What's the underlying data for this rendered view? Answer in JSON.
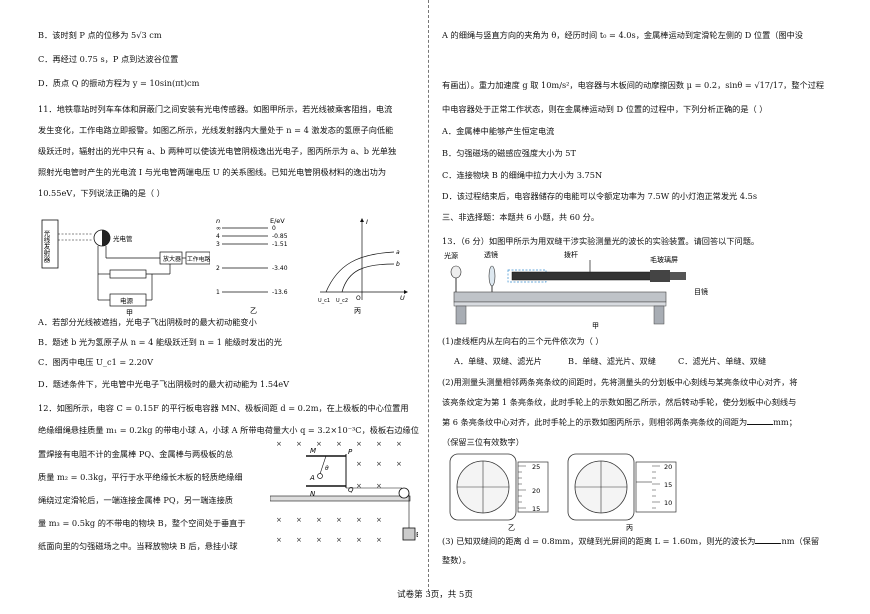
{
  "left": {
    "optB": "B．该时刻 P 点的位移为 5√3 cm",
    "optC": "C．再经过 0.75 s，P 点到达波谷位置",
    "optD": "D．质点 Q 的振动方程为 y = 10sin(πt)cm",
    "q11": {
      "lines": [
        "11．地铁靠站时列车车体和屏蔽门之间安装有光电传感器。如图甲所示，若光线被乘客阻挡，电流",
        "发生变化，工作电路立即报警。如图乙所示，光线发射器内大量处于 n = 4 激发态的氢原子向低能",
        "级跃迁时，辐射出的光中只有 a、b 两种可以使该光电管阴极逸出光电子，图丙所示为 a、b 光单独",
        "照射光电管时产生的光电流 I 与光电管两端电压 U 的关系图线。已知光电管阴极材料的逸出功为",
        "10.55eV，下列说法正确的是（    ）"
      ],
      "fig_jia": {
        "emitter": "光线发射器",
        "tube": "光电管",
        "amp": "放大器",
        "work": "工作电路",
        "power": "电源",
        "caption": "甲"
      },
      "fig_yi": {
        "n_label": "n",
        "e_label": "E/eV",
        "levels": [
          {
            "n": "∞",
            "e": "0"
          },
          {
            "n": "4",
            "e": "-0.85"
          },
          {
            "n": "3",
            "e": "-1.51"
          },
          {
            "n": "2",
            "e": "-3.40"
          },
          {
            "n": "1",
            "e": "-13.6"
          }
        ],
        "caption": "乙"
      },
      "fig_bing": {
        "i_label": "I",
        "u_label": "U",
        "o_label": "O",
        "uc1": "U_c1",
        "uc2": "U_c2",
        "curve_a": "a",
        "curve_b": "b",
        "caption": "丙"
      },
      "optA": "A．若部分光线被遮挡，光电子飞出阴极时的最大初动能变小",
      "optB": "B．题述 b 光为氢原子从 n = 4 能级跃迁到 n = 1 能级时发出的光",
      "optC": "C．图丙中电压 U_c1 = 2.20V",
      "optD": "D．题述条件下，光电管中光电子飞出阴极时的最大初动能为 1.54eV"
    },
    "q12": {
      "lines": [
        "12．如图所示，电容 C = 0.15F 的平行板电容器 MN、极板间距 d = 0.2m，在上极板的中心位置用",
        "绝缘细绳悬挂质量 m₁ = 0.2kg 的带电小球 A，小球 A 所带电荷量大小 q = 3.2×10⁻³C，极板右边缘位",
        "置焊接有电阻不计的金属棒 PQ、金属棒与两极板的总",
        "质量 m₂ = 0.3kg，平行于水平绝缘长木板的轻质绝缘细",
        "绳绕过定滑轮后，一端连接金属棒 PQ，另一端连接质",
        "量 m₃ = 0.5kg 的不带电的物块 B，整个空间处于垂直于",
        "纸面向里的匀强磁场之中。当释放物块 B 后，悬挂小球"
      ],
      "fig": {
        "M": "M",
        "N": "N",
        "P": "P",
        "Q": "Q",
        "A": "A",
        "theta": "θ",
        "B": "B",
        "cross": "×"
      }
    }
  },
  "right": {
    "q12_cont": [
      "A 的细绳与竖直方向的夹角为 θ，经历时间 t₀ = 4.0s，金属棒运动到定滑轮左侧的 D 位置（图中没",
      "有画出）。重力加速度 g 取 10m/s²，电容器与木板间的动摩擦因数 μ = 0.2，sinθ = √17/17，整个过程",
      "中电容器处于正常工作状态，则在金属棒运动到 D 位置的过程中，下列分析正确的是（     ）"
    ],
    "q12_opts": [
      "A．金属棒中能够产生恒定电流",
      "B．匀强磁场的磁感应强度大小为 5T",
      "C．连接物块 B 的细绳中拉力大小为 3.75N",
      "D．该过程结束后，电容器储存的电能可以令额定功率为 7.5W 的小灯泡正常发光 4.5s"
    ],
    "section3": "三、非选择题：本题共 6 小题，共 60 分。",
    "q13_intro": "13．（6 分）如图甲所示为用双缝干涉实验测量光的波长的实验装置。请回答以下问题。",
    "fig_jia": {
      "source": "光源",
      "lens": "透镜",
      "lever": "拨杆",
      "screen": "毛玻璃屏",
      "eyepiece": "目镜",
      "caption": "甲"
    },
    "q13_1": "(1)虚线框内从左向右的三个元件依次为（     ）",
    "q13_1_opts": [
      "A．单缝、双缝、滤光片",
      "B．单缝、滤光片、双缝",
      "C．滤光片、单缝、双缝"
    ],
    "q13_2_lines": [
      "(2)用测量头测量相邻两条亮条纹的间距时，先将测量头的分划板中心刻线与某亮条纹中心对齐，将",
      "该亮条纹定为第 1 条亮条纹，此时手轮上的示数如图乙所示，然后转动手轮，使分划板中心刻线与",
      "第 6 条亮条纹中心对齐，此时手轮上的示数如图丙所示，则相邻两条亮条纹的间距为",
      "（保留三位有效数字）"
    ],
    "q13_2_unit": "mm；",
    "fig_yi": {
      "ticks": [
        "25",
        "20",
        "15"
      ],
      "caption": "乙"
    },
    "fig_bing": {
      "ticks": [
        "20",
        "15",
        "10"
      ],
      "caption": "丙"
    },
    "q13_3": "(3) 已知双缝间的距离 d = 0.8mm，双缝到光屏间的距离 L = 1.60m，则光的波长为",
    "q13_3_unit": "nm（保留",
    "q13_3_tail": "整数）。"
  },
  "footer": "试卷第 3页，共 5页"
}
